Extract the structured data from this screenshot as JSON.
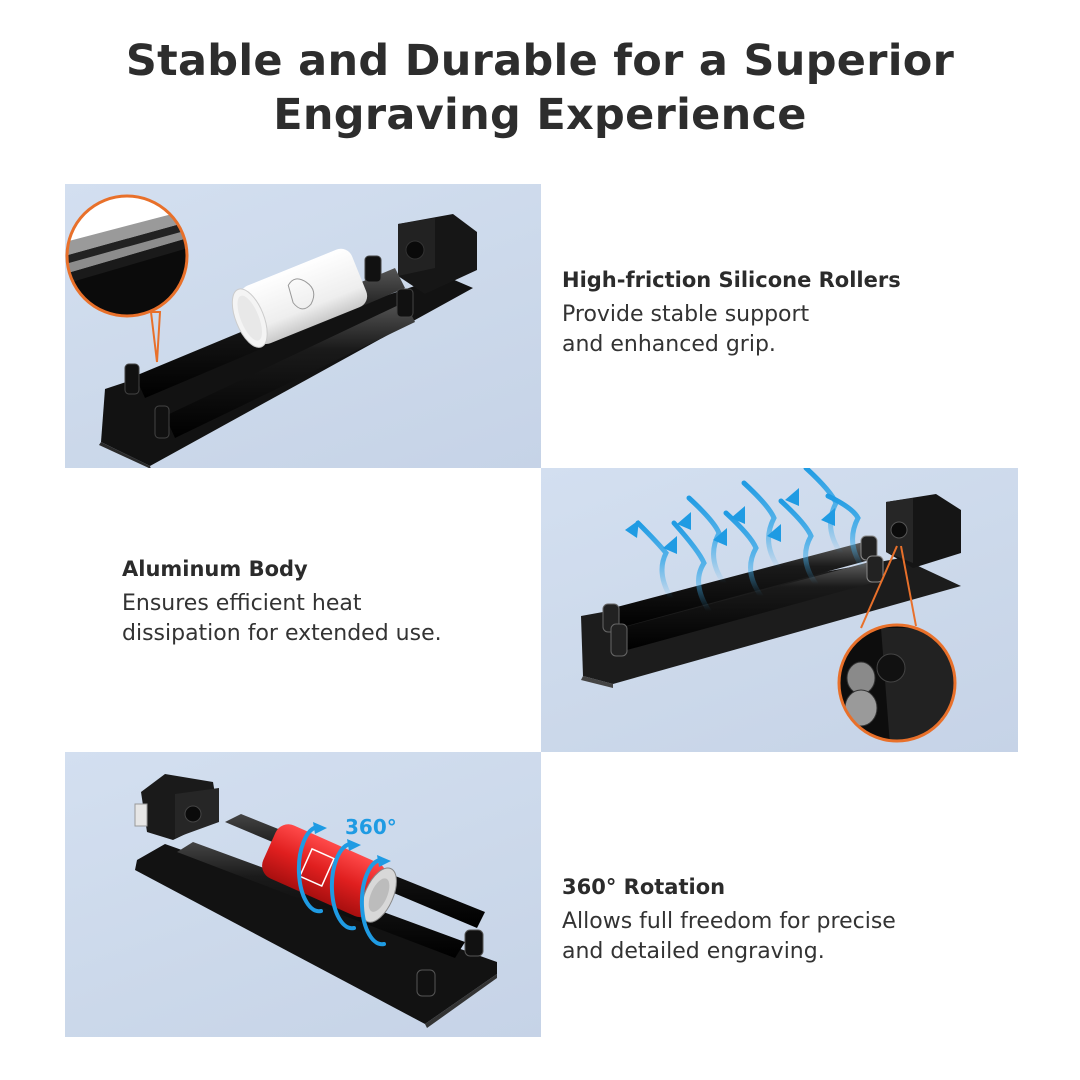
{
  "header": {
    "title_line1": "Stable and Durable for a Superior",
    "title_line2": "Engraving Experience"
  },
  "features": [
    {
      "title": "High-friction Silicone Rollers",
      "desc_line1": "Provide stable support",
      "desc_line2": "and enhanced grip.",
      "image": "rotary-roller-with-white-bottle-and-zoom-callout"
    },
    {
      "title": "Aluminum Body",
      "desc_line1": "Ensures efficient heat",
      "desc_line2": "dissipation for extended use.",
      "image": "rotary-roller-heat-dissipation-arrows-with-zoom-callout"
    },
    {
      "title": "360° Rotation",
      "desc_line1": "Allows full freedom for precise",
      "desc_line2": "and detailed engraving.",
      "image": "rotary-roller-with-red-can-rotation",
      "badge": "360°"
    }
  ],
  "colors": {
    "panel_bg": "#cfdcee",
    "callout_orange": "#e8702a",
    "arrow_blue": "#2aa3e6",
    "can_red": "#e02323",
    "device_black": "#111111",
    "text_dark": "#2b2b2b"
  }
}
